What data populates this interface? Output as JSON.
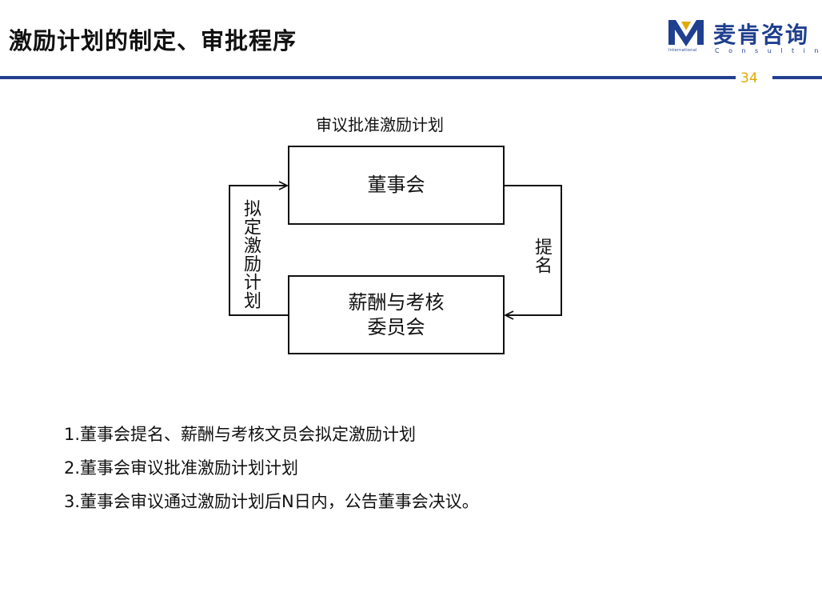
{
  "header": {
    "title": "激励计划的制定、审批程序",
    "page_number": "34"
  },
  "logo": {
    "cn": "麦肯咨询",
    "intl": "International",
    "en": "Consulting",
    "brand_color": "#1f3f8f",
    "gold_color": "#e2a900"
  },
  "diagram": {
    "caption": "审议批准激励计划",
    "nodes": {
      "board": "董事会",
      "committee_line1": "薪酬与考核",
      "committee_line2": "委员会"
    },
    "edges": {
      "left_label": "拟定激励计划",
      "right_label": "提名"
    }
  },
  "notes": [
    "1.董事会提名、薪酬与考核文员会拟定激励计划",
    "2.董事会审议批准激励计划计划",
    "3.董事会审议通过激励计划后N日内，公告董事会决议。"
  ],
  "colors": {
    "rule": "#243f8f",
    "page_number": "#e2a900",
    "text": "#111111"
  }
}
